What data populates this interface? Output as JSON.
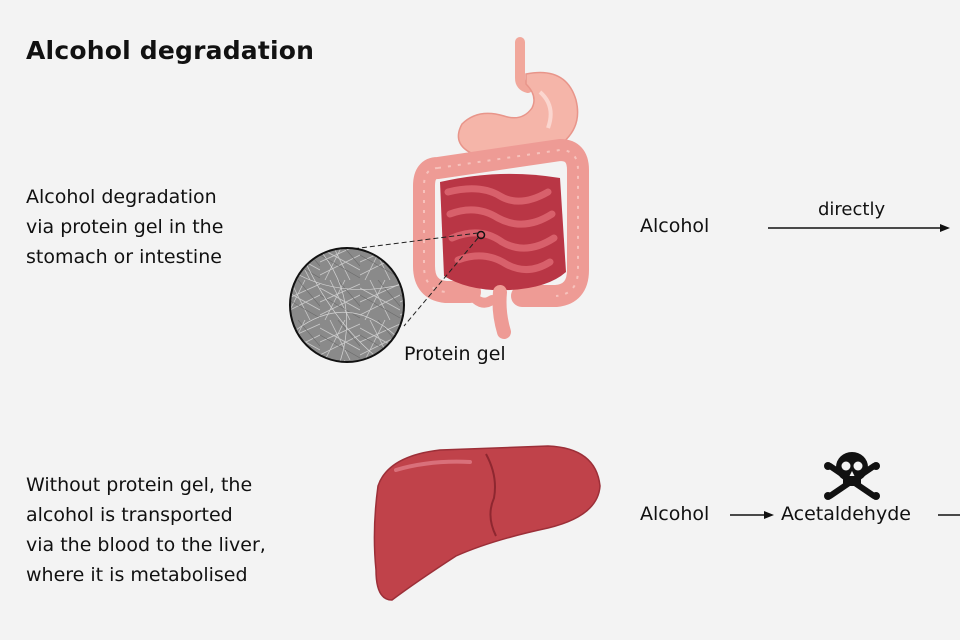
{
  "title": "Alcohol degradation",
  "top_description": [
    "Alcohol degradation",
    "via protein gel in the",
    "stomach or intestine"
  ],
  "bottom_description": [
    "Without protein gel, the",
    "alcohol is transported",
    "via the blood to the liver,",
    "where it is metabolised"
  ],
  "labels": {
    "protein_gel": "Protein gel",
    "alcohol_top": "Alcohol",
    "directly": "directly",
    "alcohol_bottom": "Alcohol",
    "acetaldehyde": "Acetaldehyde"
  },
  "icons": {
    "digestive_tract": "digestive-tract-icon",
    "magnifier": "protein-gel-magnifier-icon",
    "liver": "liver-icon",
    "toxic": "skull-crossbones-icon"
  },
  "colors": {
    "stomach": "#f4b4a8",
    "intestine": "#ee9a95",
    "intestine_dark": "#c94b57",
    "liver": "#bf3f47",
    "text": "#111111"
  }
}
